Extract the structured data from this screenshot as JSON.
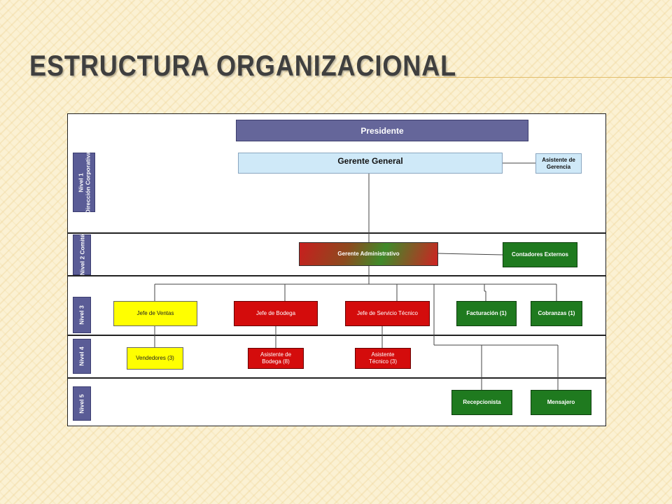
{
  "slide": {
    "title": "ESTRUCTURA ORGANIZACIONAL"
  },
  "levels": [
    {
      "id": "n1",
      "label": "Nivel 1\nDirección Corporativa"
    },
    {
      "id": "n2",
      "label": "Nivel 2 Comité"
    },
    {
      "id": "n3",
      "label": "Nivel 3"
    },
    {
      "id": "n4",
      "label": "Nivel 4"
    },
    {
      "id": "n5",
      "label": "Nivel 5"
    }
  ],
  "positions": {
    "presidente": "Presidente",
    "gerente_general": "Gerente General",
    "asistente_gerencia": "Asistente de\nGerencia",
    "gerente_administrativo": "Gerente Administrativo",
    "contadores_externos": "Contadores Externos",
    "jefe_ventas": "Jefe de Ventas",
    "jefe_bodega": "Jefe de Bodega",
    "jefe_servicio_tecnico": "Jefe de Servicio Técnico",
    "facturacion": "Facturación (1)",
    "cobranzas": "Cobranzas (1)",
    "vendedores": "Vendedores (3)",
    "asistente_bodega": "Asistente de\nBodega (8)",
    "asistente_tecnico": "Asistente\nTécnico (3)",
    "recepcionista": "Recepcionista",
    "mensajero": "Mensajero"
  },
  "colors": {
    "navy": "#65669a",
    "light_blue": "#cfe9f8",
    "yellow": "#ffff00",
    "red": "#d40c0c",
    "green": "#1f7a1f",
    "level_bar": "#5a5c96"
  }
}
